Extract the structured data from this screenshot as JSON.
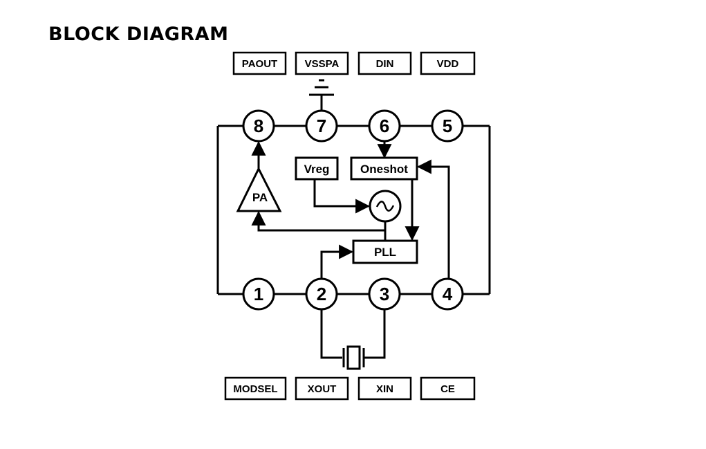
{
  "title": "BLOCK DIAGRAM",
  "top_labels": [
    "PAOUT",
    "VSSPA",
    "DIN",
    "VDD"
  ],
  "bottom_labels": [
    "MODSEL",
    "XOUT",
    "XIN",
    "CE"
  ],
  "pins": {
    "p1": "1",
    "p2": "2",
    "p3": "3",
    "p4": "4",
    "p5": "5",
    "p6": "6",
    "p7": "7",
    "p8": "8"
  },
  "blocks": {
    "pa": "PA",
    "vreg": "Vreg",
    "oneshot": "Oneshot",
    "pll": "PLL"
  },
  "colors": {
    "ink": "#000000",
    "background": "#ffffff"
  }
}
